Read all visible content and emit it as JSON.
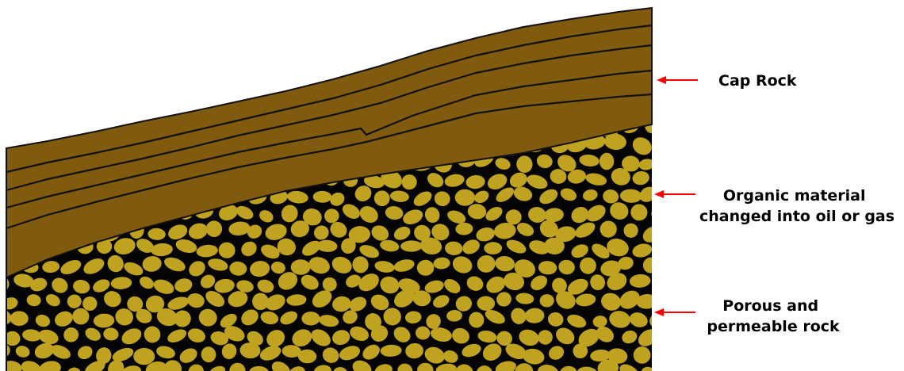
{
  "colors": {
    "cap_rock": "#7f5a0f",
    "layer_line": "#111111",
    "pebble": "#bfa21f",
    "matrix": "#050505",
    "arrow": "#ff0000",
    "background": "#ffffff"
  },
  "labels": {
    "cap_rock": [
      "Cap Rock"
    ],
    "organic": [
      "Organic material",
      "changed into oil or gas"
    ],
    "porous": [
      "Porous and",
      "permeable rock"
    ]
  }
}
